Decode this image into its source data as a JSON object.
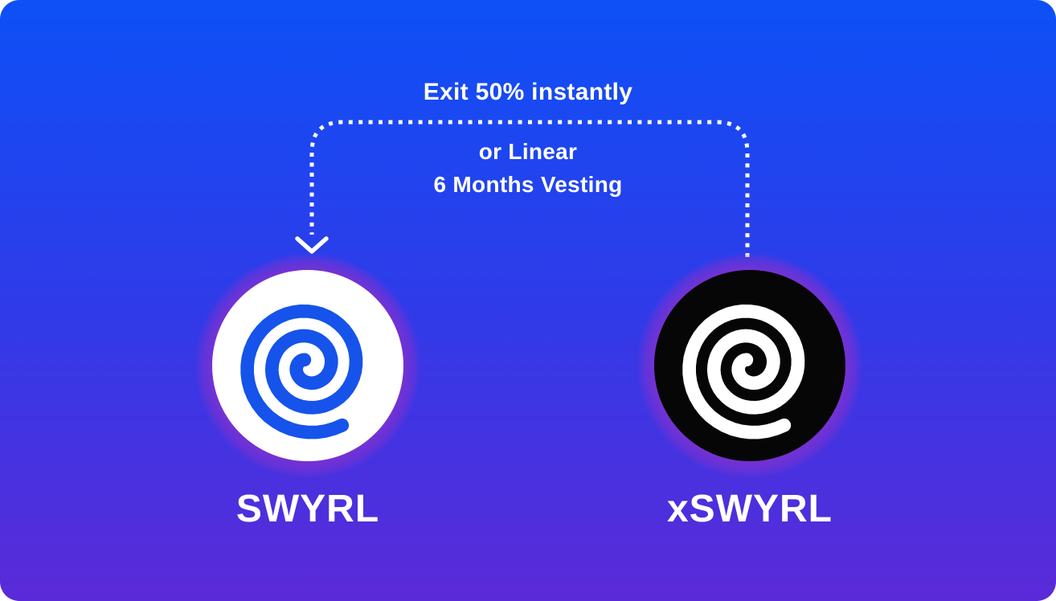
{
  "flow": {
    "title": "Exit 50% instantly",
    "subtitle_line1": "or Linear",
    "subtitle_line2": "6 Months Vesting"
  },
  "tokens": {
    "left": {
      "label": "SWYRL",
      "icon": "swirl-spiral-icon"
    },
    "right": {
      "label": "xSWYRL",
      "icon": "swirl-spiral-icon"
    }
  },
  "arrow": {
    "icon": "dotted-curved-arrow-icon",
    "direction": "from xSWYRL to SWYRL"
  },
  "colors": {
    "bg-top": "#0D50F6",
    "bg-mid": "#2F3BE9",
    "bg-bottom": "#5B2AD8",
    "glow-purple": "#7B31D1",
    "coin-left-bg": "#FFFFFF",
    "coin-left-spiral": "#1553EB",
    "coin-right-bg": "#060606",
    "coin-right-spiral": "#FFFFFF",
    "text": "#FFFFFF",
    "arrow-color": "#FFFFFF"
  }
}
